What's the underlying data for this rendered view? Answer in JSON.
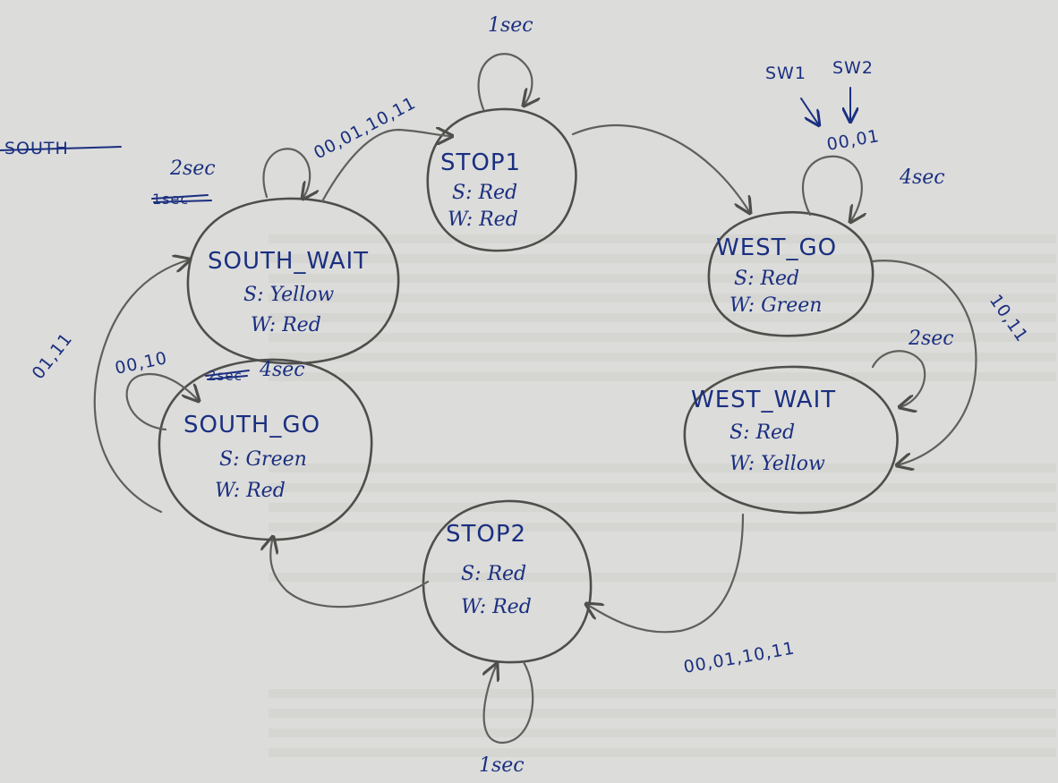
{
  "states": {
    "stop1": {
      "name": "STOP1",
      "s": "S: Red",
      "w": "W: Red"
    },
    "west_go": {
      "name": "WEST_GO",
      "s": "S: Red",
      "w": "W: Green"
    },
    "west_wait": {
      "name": "WEST_WAIT",
      "s": "S: Red",
      "w": "W: Yellow"
    },
    "stop2": {
      "name": "STOP2",
      "s": "S: Red",
      "w": "W: Red"
    },
    "south_go": {
      "name": "SOUTH_GO",
      "s": "S: Green",
      "w": "W: Red"
    },
    "south_wait": {
      "name": "SOUTH_WAIT",
      "s": "S: Yellow",
      "w": "W: Red"
    }
  },
  "labels": {
    "stop1_self": "1sec",
    "stop2_self": "1sec",
    "south_wait_self": "2sec",
    "south_wait_self_scribble": "1sec",
    "south_wait_to_stop1": "00,01,10,11",
    "west_go_inputs": "00,01",
    "west_go_time": "4sec",
    "west_go_to_west_wait": "10,11",
    "west_wait_self": "2sec",
    "west_wait_to_stop2": "00,01,10,11",
    "south_go_self_inputs": "00,10",
    "south_go_self_time": "4sec",
    "south_go_self_time_crossed": "2sec",
    "south_go_to_south_wait": "01,11",
    "sw1": "SW1",
    "sw2": "SW2",
    "crossed_word": "SOUTH"
  }
}
